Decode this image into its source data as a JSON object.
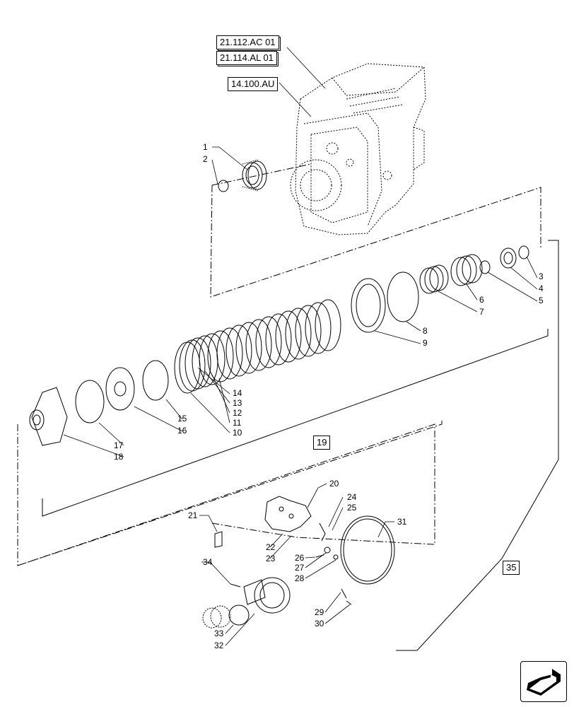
{
  "references": {
    "ref_21112": "21.112.AC 01",
    "ref_21114": "21.114.AL 01",
    "ref_14100": "14.100.AU",
    "ref_19": "19",
    "ref_35": "35"
  },
  "callouts": [
    "1",
    "2",
    "3",
    "4",
    "5",
    "6",
    "7",
    "8",
    "9",
    "10",
    "11",
    "12",
    "13",
    "14",
    "15",
    "16",
    "17",
    "18",
    "20",
    "21",
    "22",
    "23",
    "24",
    "25",
    "26",
    "27",
    "28",
    "29",
    "30",
    "31",
    "32",
    "33",
    "34"
  ],
  "icons": {
    "nav": "next-page-arrow-icon"
  }
}
